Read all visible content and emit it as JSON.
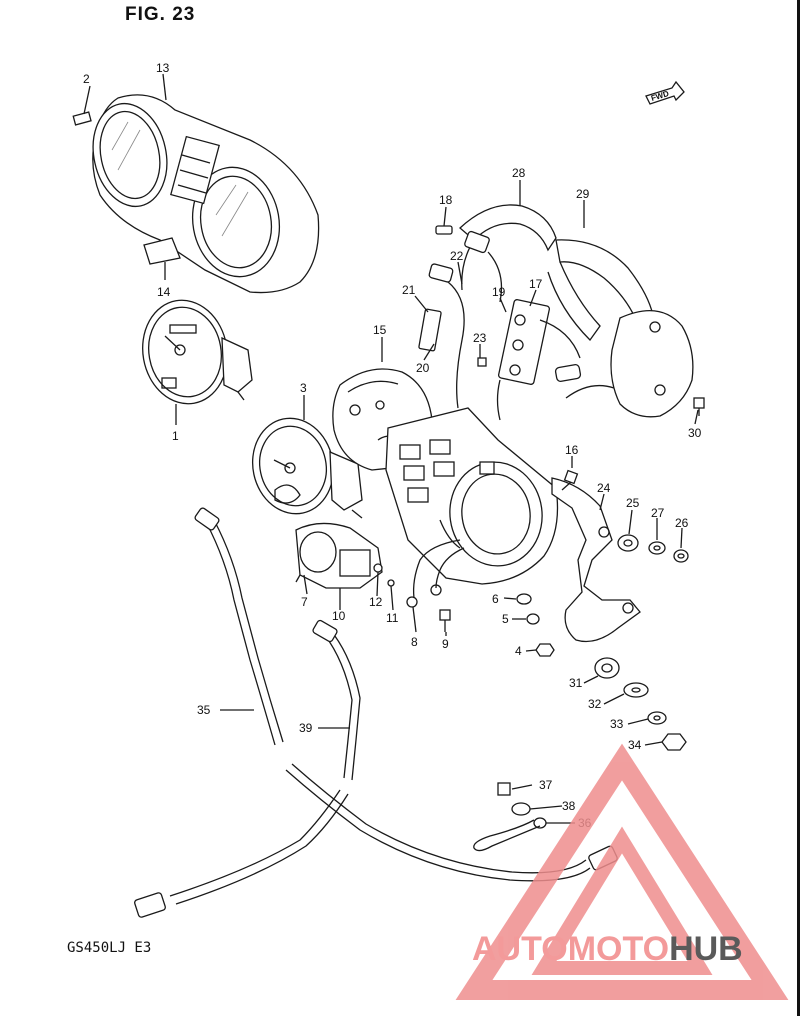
{
  "figure_title": "FIG. 23",
  "model_code": "GS450LJ  E3",
  "fwd_mark": "FWD",
  "watermark": {
    "brand": "AUTOMOTOHUB",
    "color_light": "#f39a9a",
    "color_dark": "#5a5a5a",
    "triangle_color": "#ef8e8e"
  },
  "callouts": [
    {
      "id": "1",
      "text": "1"
    },
    {
      "id": "2",
      "text": "2"
    },
    {
      "id": "3",
      "text": "3"
    },
    {
      "id": "4",
      "text": "4"
    },
    {
      "id": "5",
      "text": "5"
    },
    {
      "id": "6",
      "text": "6"
    },
    {
      "id": "7",
      "text": "7"
    },
    {
      "id": "8",
      "text": "8"
    },
    {
      "id": "9",
      "text": "9"
    },
    {
      "id": "10",
      "text": "10"
    },
    {
      "id": "11",
      "text": "11"
    },
    {
      "id": "12",
      "text": "12"
    },
    {
      "id": "13",
      "text": "13"
    },
    {
      "id": "14",
      "text": "14"
    },
    {
      "id": "15",
      "text": "15"
    },
    {
      "id": "16",
      "text": "16"
    },
    {
      "id": "17",
      "text": "17"
    },
    {
      "id": "18",
      "text": "18"
    },
    {
      "id": "19",
      "text": "19"
    },
    {
      "id": "20",
      "text": "20"
    },
    {
      "id": "21",
      "text": "21"
    },
    {
      "id": "22",
      "text": "22"
    },
    {
      "id": "23",
      "text": "23"
    },
    {
      "id": "24",
      "text": "24"
    },
    {
      "id": "25",
      "text": "25"
    },
    {
      "id": "26",
      "text": "26"
    },
    {
      "id": "27",
      "text": "27"
    },
    {
      "id": "28",
      "text": "28"
    },
    {
      "id": "29",
      "text": "29"
    },
    {
      "id": "30",
      "text": "30"
    },
    {
      "id": "31",
      "text": "31"
    },
    {
      "id": "32",
      "text": "32"
    },
    {
      "id": "33",
      "text": "33"
    },
    {
      "id": "34",
      "text": "34"
    },
    {
      "id": "35",
      "text": "35"
    },
    {
      "id": "36",
      "text": "36"
    },
    {
      "id": "37",
      "text": "37"
    },
    {
      "id": "38",
      "text": "38"
    },
    {
      "id": "39",
      "text": "39"
    }
  ]
}
